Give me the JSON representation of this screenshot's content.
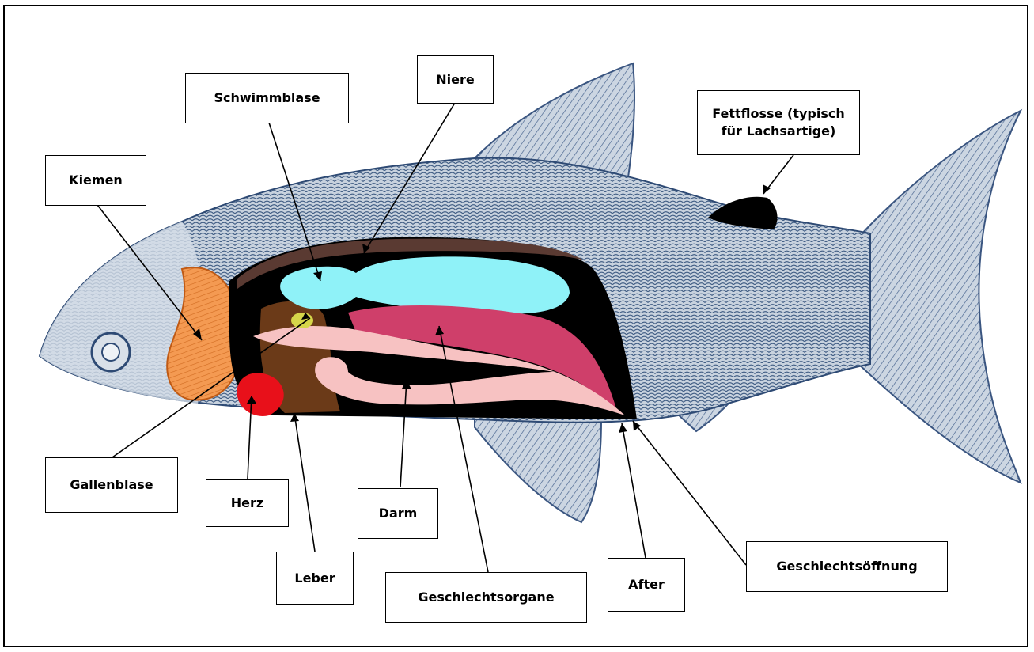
{
  "labels": {
    "kiemen": "Kiemen",
    "schwimmblase": "Schwimmblase",
    "niere": "Niere",
    "fettflosse": "Fettflosse (typisch für Lachsartige)",
    "gallenblase": "Gallenblase",
    "herz": "Herz",
    "leber": "Leber",
    "darm": "Darm",
    "geschlechtsorgane": "Geschlechtsorgane",
    "after": "After",
    "geschlechtsoeffnung": "Geschlechtsöffnung"
  },
  "colors": {
    "body_scale": "#2e4a74",
    "body_base": "#c9d3df",
    "gills": "#f08a3c",
    "swim_bladder": "#8ff2f8",
    "kidney_cavity": "#5a3a32",
    "gonads": "#cf3f6a",
    "intestine": "#f7c2c2",
    "liver": "#6b3a18",
    "heart": "#e8101a",
    "gallbladder": "#d6d64a",
    "adipose_fin": "#000000"
  }
}
